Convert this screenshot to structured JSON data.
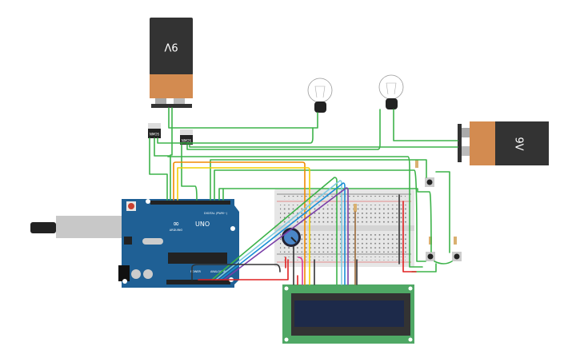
{
  "components": {
    "battery_top": {
      "label": "9V"
    },
    "battery_right": {
      "label": "9V"
    },
    "mosfet_1": {
      "label": "NMOS"
    },
    "mosfet_2": {
      "label": "NMOS"
    },
    "arduino": {
      "brand": "ARDUINO",
      "model": "UNO",
      "digital_label": "DIGITAL (PWM~)",
      "power_label": "POWER",
      "analog_label": "ANALOG IN"
    },
    "lcd": {
      "type": "16x2 LCD"
    }
  },
  "colors": {
    "board": "#1f6095",
    "breadboard": "#e6e6e6",
    "lcd_pcb": "#4fa865",
    "lcd_screen": "#1d2a4a",
    "battery_body": "#333333",
    "battery_cap": "#d38b50"
  }
}
